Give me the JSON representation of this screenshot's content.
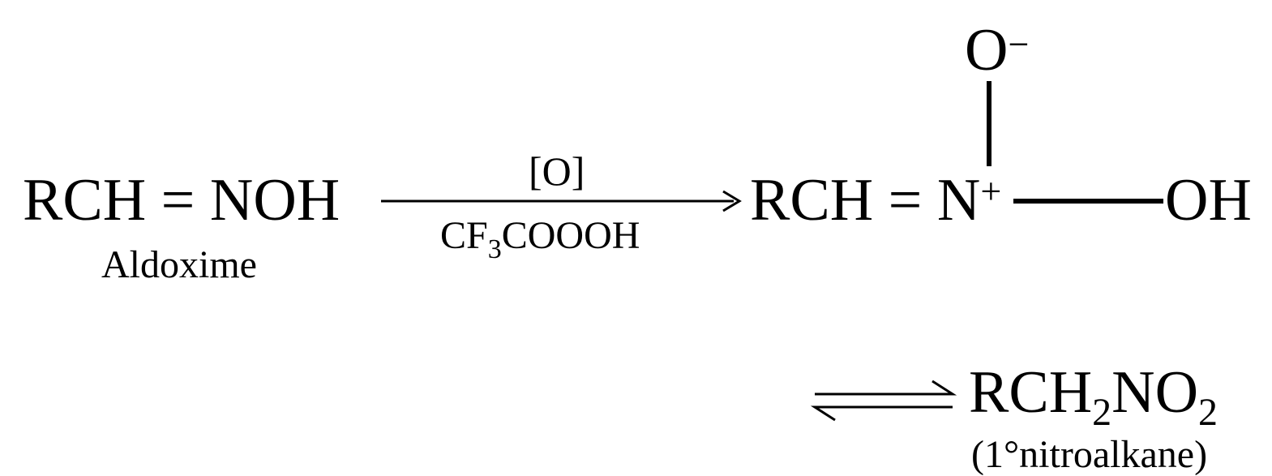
{
  "reactant": {
    "formula": "RCH = NOH",
    "name": "Aldoxime"
  },
  "reagent": {
    "above": "[O]",
    "below_prefix": "CF",
    "below_sub": "3",
    "below_suffix": "COOOH"
  },
  "intermediate": {
    "left": "RCH = N",
    "charge_n": "+",
    "right_group": "OH",
    "top_atom": "O",
    "charge_o": "−"
  },
  "product": {
    "p1": "RCH",
    "s1": "2",
    "p2": "NO",
    "s2": "2",
    "name": "(1°nitroalkane)"
  }
}
